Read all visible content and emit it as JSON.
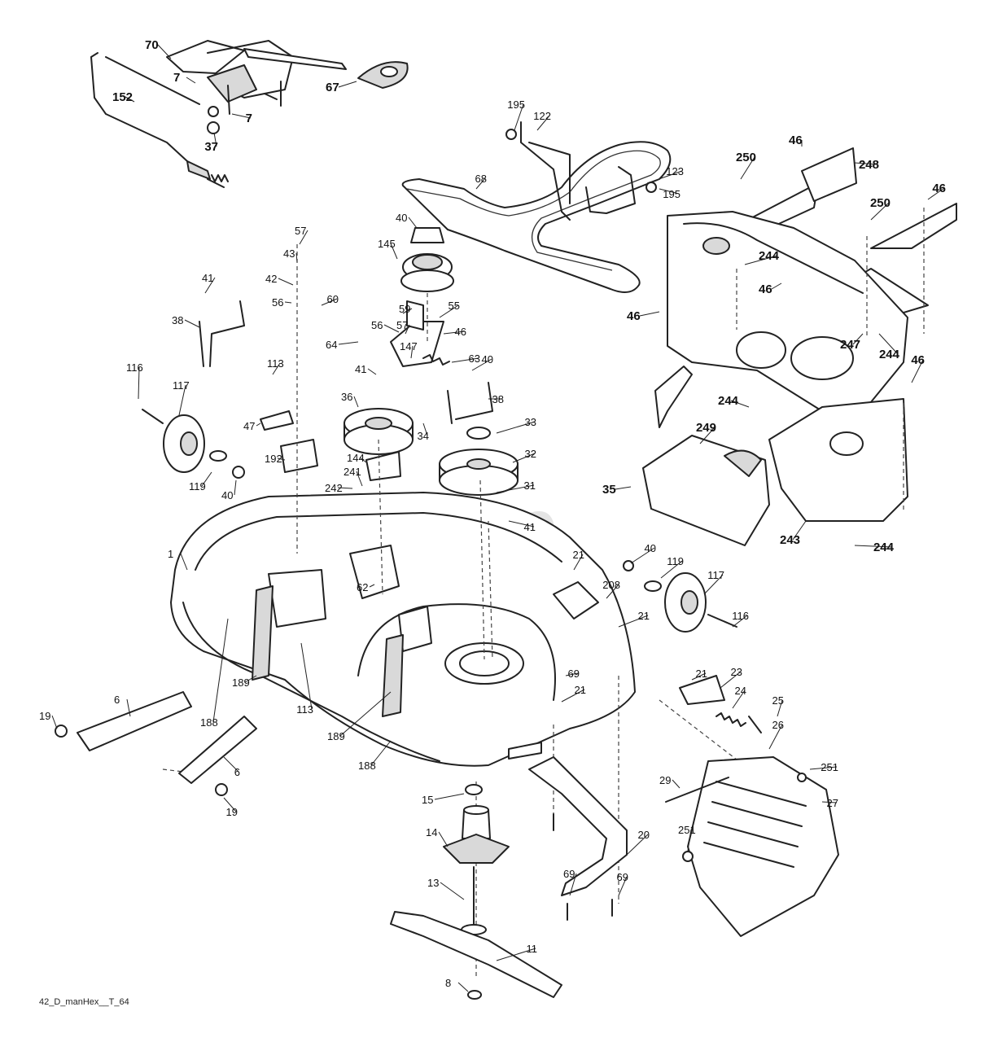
{
  "diagram": {
    "watermark": "PartsTree",
    "watermark_tm": "TM",
    "footer_code": "42_D_manHex__T_64",
    "callouts": [
      {
        "text": "70",
        "big": true
      },
      {
        "text": "7",
        "big": true
      },
      {
        "text": "7",
        "big": true
      },
      {
        "text": "152",
        "big": true
      },
      {
        "text": "37",
        "big": true
      },
      {
        "text": "67",
        "big": true
      },
      {
        "text": "195",
        "big": false
      },
      {
        "text": "122",
        "big": false
      },
      {
        "text": "68",
        "big": false
      },
      {
        "text": "123",
        "big": false
      },
      {
        "text": "195",
        "big": false
      },
      {
        "text": "250",
        "big": true
      },
      {
        "text": "46",
        "big": true
      },
      {
        "text": "248",
        "big": true
      },
      {
        "text": "46",
        "big": true
      },
      {
        "text": "250",
        "big": true
      },
      {
        "text": "244",
        "big": true
      },
      {
        "text": "46",
        "big": true
      },
      {
        "text": "46",
        "big": true
      },
      {
        "text": "247",
        "big": true
      },
      {
        "text": "244",
        "big": true
      },
      {
        "text": "46",
        "big": true
      },
      {
        "text": "244",
        "big": true
      },
      {
        "text": "249",
        "big": true
      },
      {
        "text": "35",
        "big": true
      },
      {
        "text": "243",
        "big": true
      },
      {
        "text": "244",
        "big": true
      },
      {
        "text": "57",
        "big": false
      },
      {
        "text": "43",
        "big": false
      },
      {
        "text": "42",
        "big": false
      },
      {
        "text": "56",
        "big": false
      },
      {
        "text": "60",
        "big": false
      },
      {
        "text": "64",
        "big": false
      },
      {
        "text": "41",
        "big": false
      },
      {
        "text": "38",
        "big": false
      },
      {
        "text": "40",
        "big": false
      },
      {
        "text": "145",
        "big": false
      },
      {
        "text": "59",
        "big": false
      },
      {
        "text": "57",
        "big": false
      },
      {
        "text": "55",
        "big": false
      },
      {
        "text": "56",
        "big": false
      },
      {
        "text": "46",
        "big": false
      },
      {
        "text": "63",
        "big": false
      },
      {
        "text": "147",
        "big": false
      },
      {
        "text": "40",
        "big": false
      },
      {
        "text": "41",
        "big": false
      },
      {
        "text": "38",
        "big": false
      },
      {
        "text": "36",
        "big": false
      },
      {
        "text": "34",
        "big": false
      },
      {
        "text": "33",
        "big": false
      },
      {
        "text": "32",
        "big": false
      },
      {
        "text": "31",
        "big": false
      },
      {
        "text": "41",
        "big": false
      },
      {
        "text": "113",
        "big": false
      },
      {
        "text": "116",
        "big": false
      },
      {
        "text": "117",
        "big": false
      },
      {
        "text": "47",
        "big": false
      },
      {
        "text": "192",
        "big": false
      },
      {
        "text": "144",
        "big": false
      },
      {
        "text": "241",
        "big": false
      },
      {
        "text": "242",
        "big": false
      },
      {
        "text": "119",
        "big": false
      },
      {
        "text": "40",
        "big": false
      },
      {
        "text": "1",
        "big": false
      },
      {
        "text": "62",
        "big": false
      },
      {
        "text": "21",
        "big": false
      },
      {
        "text": "40",
        "big": false
      },
      {
        "text": "119",
        "big": false
      },
      {
        "text": "117",
        "big": false
      },
      {
        "text": "208",
        "big": false
      },
      {
        "text": "116",
        "big": false
      },
      {
        "text": "21",
        "big": false
      },
      {
        "text": "69",
        "big": false
      },
      {
        "text": "21",
        "big": false
      },
      {
        "text": "188",
        "big": false
      },
      {
        "text": "189",
        "big": false
      },
      {
        "text": "113",
        "big": false
      },
      {
        "text": "189",
        "big": false
      },
      {
        "text": "188",
        "big": false
      },
      {
        "text": "21",
        "big": false
      },
      {
        "text": "23",
        "big": false
      },
      {
        "text": "24",
        "big": false
      },
      {
        "text": "25",
        "big": false
      },
      {
        "text": "26",
        "big": false
      },
      {
        "text": "251",
        "big": false
      },
      {
        "text": "19",
        "big": false
      },
      {
        "text": "6",
        "big": false
      },
      {
        "text": "6",
        "big": false
      },
      {
        "text": "19",
        "big": false
      },
      {
        "text": "15",
        "big": false
      },
      {
        "text": "14",
        "big": false
      },
      {
        "text": "29",
        "big": false
      },
      {
        "text": "27",
        "big": false
      },
      {
        "text": "251",
        "big": false
      },
      {
        "text": "20",
        "big": false
      },
      {
        "text": "69",
        "big": false
      },
      {
        "text": "69",
        "big": false
      },
      {
        "text": "13",
        "big": false
      },
      {
        "text": "11",
        "big": false
      },
      {
        "text": "8",
        "big": false
      }
    ]
  }
}
